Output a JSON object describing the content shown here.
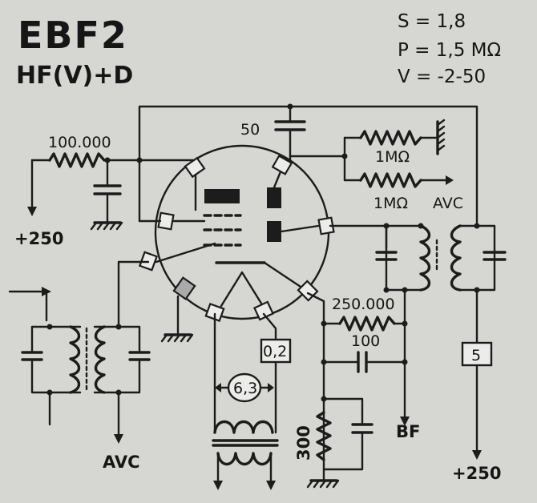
{
  "header": {
    "tube": "EBF2",
    "function": "HF(V)+D"
  },
  "specs": [
    "S = 1,8",
    "P = 1,5 MΩ",
    "V = -2-50"
  ],
  "labels": {
    "r_grid": "100.000",
    "plus250_left": "+250",
    "c_top": "50",
    "r_1m_top": "1MΩ",
    "r_1m_bottom": "1MΩ",
    "avc_right": "AVC",
    "r_diode": "250.000",
    "c_100": "100",
    "heater_current": "0,2",
    "heater_voltage": "6,3",
    "bf": "BF",
    "r_300": "300",
    "avc_bottom": "AVC",
    "box_5": "5",
    "plus250_bottom": "+250"
  }
}
